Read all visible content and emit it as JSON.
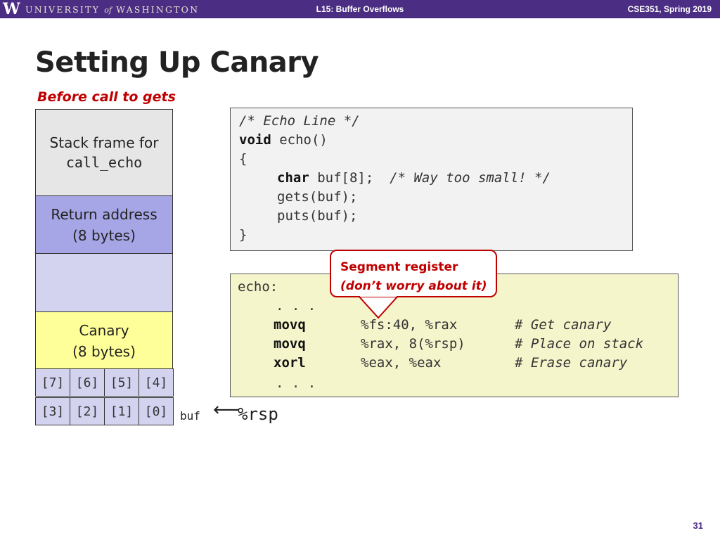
{
  "header": {
    "logo_letter": "W",
    "university": "UNIVERSITY",
    "of": "of",
    "washington": "WASHINGTON",
    "lecture": "L15: Buffer Overflows",
    "course": "CSE351, Spring 2019"
  },
  "slide": {
    "title": "Setting Up Canary",
    "subtitle": "Before call to gets",
    "page_number": "31"
  },
  "stack": {
    "frame_line1": "Stack frame for",
    "frame_line2": "call_echo",
    "ret_line1": "Return address",
    "ret_line2": "(8 bytes)",
    "canary_line1": "Canary",
    "canary_line2": "(8 bytes)",
    "row_a": [
      "[7]",
      "[6]",
      "[5]",
      "[4]"
    ],
    "row_b": [
      "[3]",
      "[2]",
      "[1]",
      "[0]"
    ],
    "buf_label": "buf",
    "arrow": "⟵",
    "rsp_label": "%rsp"
  },
  "code": {
    "l1": "/* Echo Line */",
    "l2_kw": "void",
    "l2_rest": " echo()",
    "l3": "{",
    "l4_kw": "char",
    "l4_rest": " buf[8];  ",
    "l4_comment": "/* Way too small! */",
    "l5": "gets(buf);",
    "l6": "puts(buf);",
    "l7": "}"
  },
  "asm": {
    "label": "echo:",
    "dots1": ". . .",
    "rows": [
      {
        "op": "movq",
        "args": "%fs:40, %rax",
        "comment": "# Get canary"
      },
      {
        "op": "movq",
        "args": "%rax, 8(%rsp)",
        "comment": "# Place on stack"
      },
      {
        "op": "xorl",
        "args": "%eax, %eax",
        "comment": "# Erase canary"
      }
    ],
    "dots2": ". . ."
  },
  "callout": {
    "line1": "Segment register",
    "line2": "(don’t worry about it)"
  },
  "colors": {
    "header_bg": "#4b2e83",
    "accent_red": "#c00000",
    "return_addr": "#a6a6e6",
    "canary": "#ffff99",
    "buffer": "#d3d3f0",
    "asm_bg": "#f5f5cc"
  }
}
